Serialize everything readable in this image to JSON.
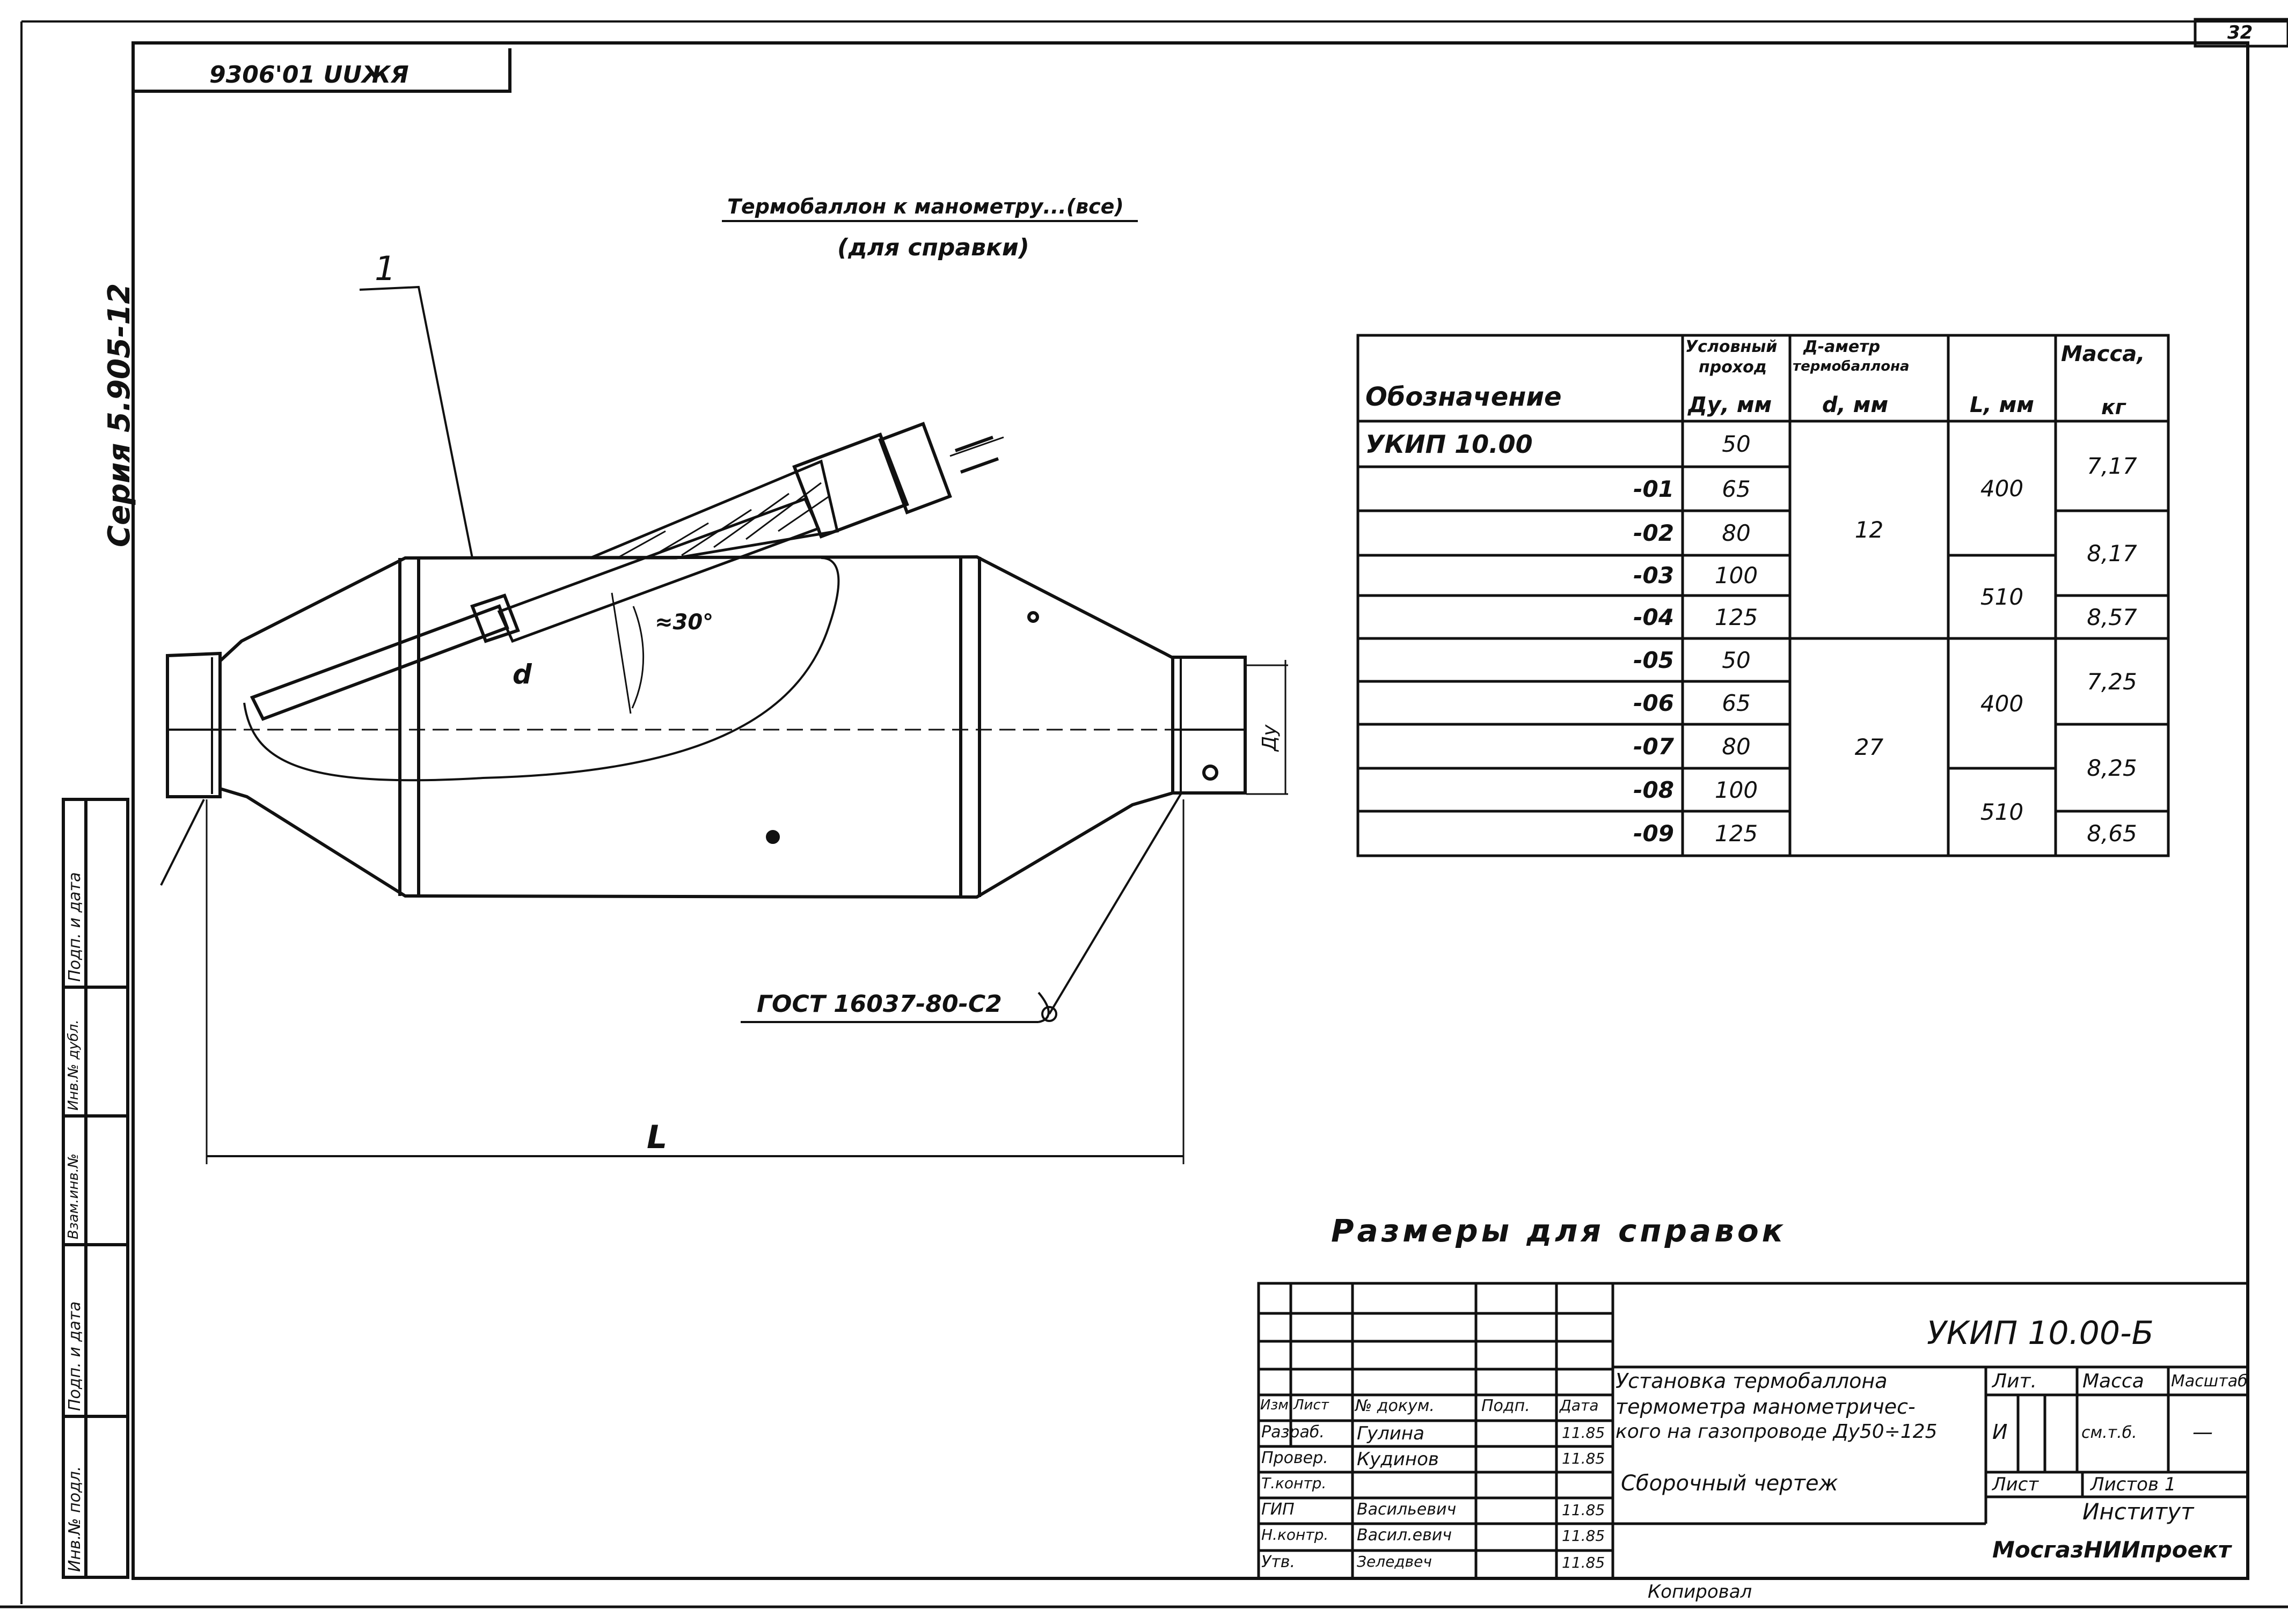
{
  "top_right_number": "32",
  "archive_stamp": "9306'01 UUЖЯ",
  "series_vertical": "Серия 5.905-12",
  "callouts": {
    "pos1": "1",
    "sleeve_line1": "Термобаллон к манометру...(все)",
    "sleeve_line2": "(для справки)",
    "angle": "≈30°",
    "gost": "ГОСТ 16037-80-С2",
    "length": "L",
    "diameter": "Ду",
    "weld_d": "d"
  },
  "note": "Размеры для справок",
  "spec_table": {
    "headers": {
      "designation": "Обозначение",
      "nominal_line1": "Условный",
      "nominal_line2": "проход",
      "nominal_unit": "Ду, мм",
      "diameter_line1": "Д-аметр",
      "diameter_line2": "термобаллона",
      "diameter_unit": "d, мм",
      "length": "L, мм",
      "mass_line1": "Масса,",
      "mass_unit": "кг"
    },
    "rows": [
      {
        "designation": "УКИП 10.00",
        "dn": "50"
      },
      {
        "designation": "-01",
        "dn": "65"
      },
      {
        "designation": "-02",
        "dn": "80"
      },
      {
        "designation": "-03",
        "dn": "100"
      },
      {
        "designation": "-04",
        "dn": "125"
      },
      {
        "designation": "-05",
        "dn": "50"
      },
      {
        "designation": "-06",
        "dn": "65"
      },
      {
        "designation": "-07",
        "dn": "80"
      },
      {
        "designation": "-08",
        "dn": "100"
      },
      {
        "designation": "-09",
        "dn": "125"
      }
    ],
    "diameter_groups": [
      "12",
      "27"
    ],
    "length_groups": [
      "400",
      "510",
      "400",
      "510"
    ],
    "mass_groups": [
      "7,17",
      "8,17",
      "8,57",
      "7,25",
      "8,25",
      "8,65"
    ]
  },
  "title_block": {
    "code": "УКИП 10.00-Б",
    "title_line1": "Установка термобаллона",
    "title_line2": "термометра манометричес-",
    "title_line3": "кого на газопроводе Ду50÷125",
    "doc_type": "Сборочный чертеж",
    "col_headers": [
      "Изм",
      "Лист",
      "№ докум.",
      "Подп.",
      "Дата"
    ],
    "roles": [
      "Разраб.",
      "Провер.",
      "Т.контр.",
      "ГИП",
      "Н.контр.",
      "Утв."
    ],
    "names": [
      "Гулина",
      "Кудинов",
      "",
      "Васильевич",
      "Васил.евич",
      "Зеледвеч"
    ],
    "dates": [
      "11.85",
      "11.85",
      "",
      "11.85",
      "11.85",
      "11.85"
    ],
    "lit_label": "Лит.",
    "mass_label": "Масса",
    "scale_label": "Масштаб",
    "lit_value": "И",
    "mass_value": "см.т.б.",
    "scale_value": "—",
    "sheet_label": "Лист",
    "sheets_label": "Листов 1",
    "institute_line1": "Институт",
    "institute_line2": "МосгазНИИпроект",
    "bottom_caption": "Копировал"
  },
  "left_strip": {
    "labels": [
      "Подп. и дата",
      "Инв.№ дубл.",
      "Взам.инв.№",
      "Подп. и дата",
      "Инв.№ подл."
    ]
  }
}
